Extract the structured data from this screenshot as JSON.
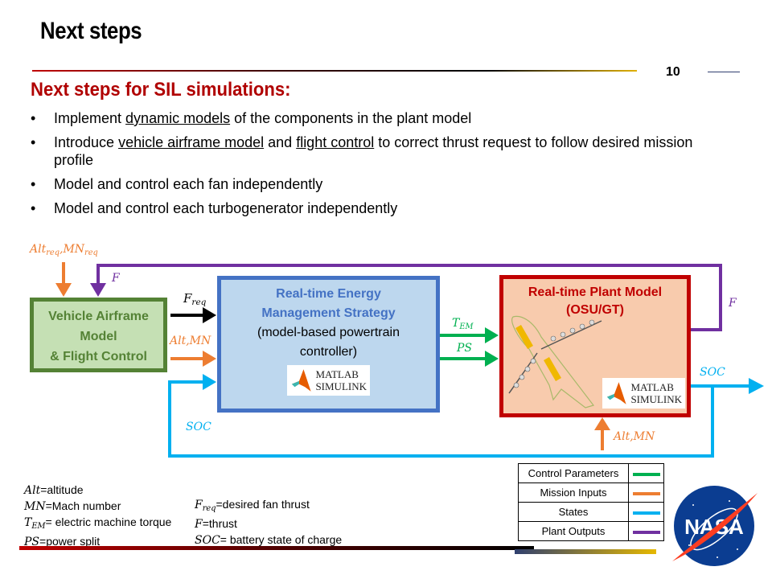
{
  "slide": {
    "title": "Next steps",
    "page_number": "10",
    "subtitle": "Next steps for SIL simulations:"
  },
  "bullets": [
    {
      "parts": [
        {
          "t": "Implement "
        },
        {
          "t": "dynamic models",
          "u": true
        },
        {
          "t": " of the components in the plant model"
        }
      ]
    },
    {
      "parts": [
        {
          "t": "Introduce "
        },
        {
          "t": "vehicle airframe model",
          "u": true
        },
        {
          "t": " and "
        },
        {
          "t": "flight control",
          "u": true
        },
        {
          "t": " to correct thrust request to follow desired mission profile"
        }
      ]
    },
    {
      "parts": [
        {
          "t": "Model and control each fan independently"
        }
      ]
    },
    {
      "parts": [
        {
          "t": "Model and control each turbogenerator independently"
        }
      ]
    }
  ],
  "diagram": {
    "blocks": {
      "vehicle_airframe": {
        "line1": "Vehicle Airframe",
        "line2": "Model",
        "line3": "& Flight Control"
      },
      "energy_mgmt": {
        "line1": "Real-time Energy",
        "line2": "Management Strategy",
        "line3": "(model-based powertrain",
        "line4": "controller)"
      },
      "plant_model": {
        "line1": "Real-time Plant Model",
        "line2": "(OSU/GT)"
      }
    },
    "logo": {
      "line1": "MATLAB",
      "line2": "SIMULINK"
    },
    "signals": {
      "alt_req": "Alt",
      "alt_req_sub": "req",
      "mn_req": "MN",
      "mn_req_sub": "req",
      "f": "F",
      "f_req": "F",
      "f_req_sub": "req",
      "alt_mn": "Alt,MN",
      "t_em": "T",
      "t_em_sub": "EM",
      "ps": "PS",
      "soc": "SOC"
    },
    "colors": {
      "control_parameters": "#00b050",
      "mission_inputs": "#ed7d31",
      "states": "#00b0f0",
      "plant_outputs": "#7030a0"
    }
  },
  "legend": [
    {
      "label": "Control Parameters",
      "color": "#00b050"
    },
    {
      "label": "Mission Inputs",
      "color": "#ed7d31"
    },
    {
      "label": "States",
      "color": "#00b0f0"
    },
    {
      "label": "Plant Outputs",
      "color": "#7030a0"
    }
  ],
  "definitions": {
    "left": [
      {
        "sym": "Alt",
        "sub": "",
        "desc": "=altitude"
      },
      {
        "sym": "MN",
        "sub": "",
        "desc": "=Mach number"
      },
      {
        "sym": "T",
        "sub": "EM",
        "desc": "= electric machine torque"
      },
      {
        "sym": "PS",
        "sub": "",
        "desc": "=power split"
      }
    ],
    "right": [
      {
        "sym": "F",
        "sub": "req",
        "desc": "=desired fan thrust"
      },
      {
        "sym": "F",
        "sub": "",
        "desc": "=thrust"
      },
      {
        "sym": "SOC",
        "sub": "",
        "desc": "= battery state of charge"
      }
    ]
  },
  "logo_text": "NASA"
}
